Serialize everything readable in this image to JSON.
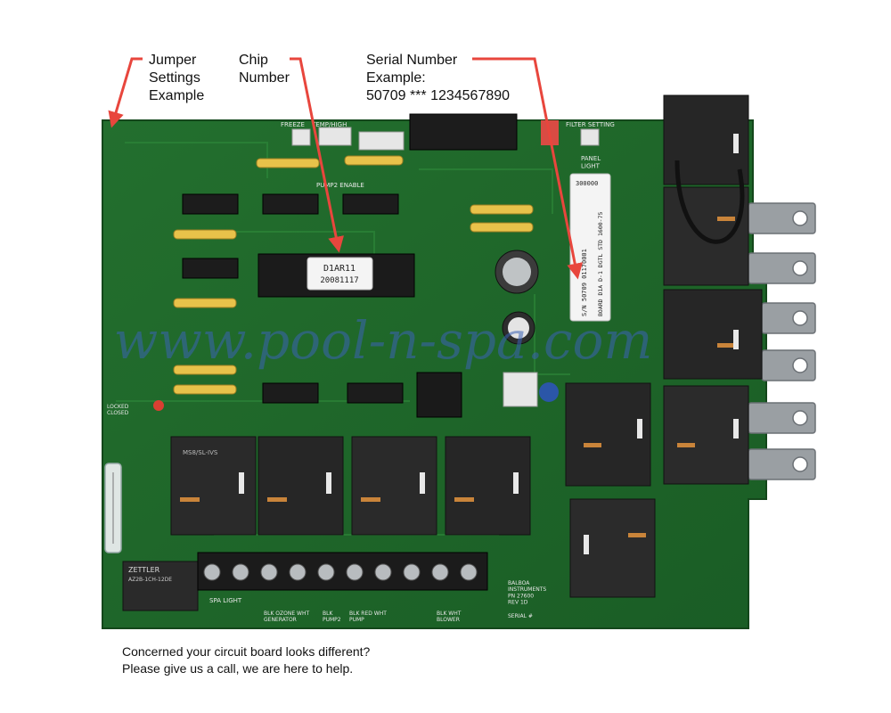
{
  "callouts": {
    "jumper": "Jumper\nSettings\nExample",
    "chip": "Chip\nNumber",
    "serial": "Serial Number\nExample:\n50709 *** 1234567890"
  },
  "chip_label": {
    "line1": "D1AR11",
    "line2": "20081117"
  },
  "serial_sticker": {
    "top": "300000",
    "code": "S/N 50709 01170001",
    "board": "BOARD D1A D-1 DGTL STD 1600-75"
  },
  "silkscreen": {
    "freeze": "FREEZE",
    "temp_high": "TEMP/HIGH",
    "filter_setting": "FILTER SETTING",
    "panel_light": "PANEL\nLIGHT",
    "pump2_enable": "PUMP2 ENABLE",
    "spa_light": "SPA LIGHT",
    "ozone": "BLK   OZONE   WHT\nGENERATOR",
    "pump2": "BLK\nPUMP2",
    "pump": "BLK   RED   WHT\nPUMP",
    "blower": "BLK   WHT\nBLOWER",
    "mfr": "BALBOA\nINSTRUMENTS\nPN 27600\nREV 1D",
    "serial_label": "SERIAL #",
    "locked": "LOCKED\nCLOSED",
    "zettler": "ZETTLER",
    "zettler_part": "AZ2B-1CH-12DE",
    "relay_text": "MS8/SL-IVS"
  },
  "watermark": "www.pool-n-spa.com",
  "footer": {
    "line1": "Concerned your circuit board looks different?",
    "line2": "Please give us a call, we are here to help."
  },
  "colors": {
    "board": "#1f6a2a",
    "arrow": "#e8463d",
    "relay": "#2a2a2a",
    "watermark": "#3a63b5"
  }
}
